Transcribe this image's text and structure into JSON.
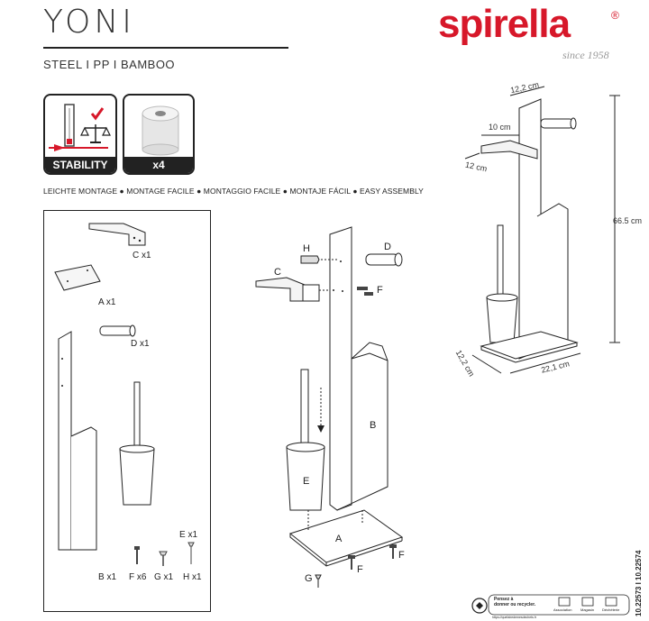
{
  "header": {
    "title": "YONI",
    "materials": "STEEL I PP I BAMBOO",
    "brand": "spirella",
    "brand_mark": "®",
    "tagline": "since 1958"
  },
  "badges": {
    "stability_label": "STABILITY",
    "rolls_label": "x4"
  },
  "assembly_text": "LEICHTE MONTAGE ● MONTAGE FACILE ● MONTAGGIO FACILE ● MONTAJE FÁCIL ● EASY ASSEMBLY",
  "parts": {
    "c": "C x1",
    "a": "A x1",
    "d": "D x1",
    "e": "E x1",
    "b": "B x1",
    "f": "F x6",
    "g": "G x1",
    "h": "H x1"
  },
  "diagram_letters": {
    "h": "H",
    "d": "D",
    "c": "C",
    "f_top": "F",
    "b": "B",
    "e": "E",
    "a": "A",
    "g": "G",
    "f_left": "F",
    "f_right": "F"
  },
  "dimensions": {
    "top_depth": "12,2 cm",
    "shelf_width": "10 cm",
    "shelf_depth": "12 cm",
    "height": "66.5 cm",
    "base_depth": "12,2 cm",
    "base_width": "22,1 cm"
  },
  "product_codes": "10.22573  I  10.22574",
  "recycle": {
    "line1": "Pensez à",
    "line2": "donner ou recycler.",
    "step1": "Association",
    "step2": "Magasin",
    "step3": "Déchèterie",
    "url": "https://quefairedemesdechets.fr"
  },
  "colors": {
    "brand_red": "#d7182a",
    "ink": "#222222"
  }
}
